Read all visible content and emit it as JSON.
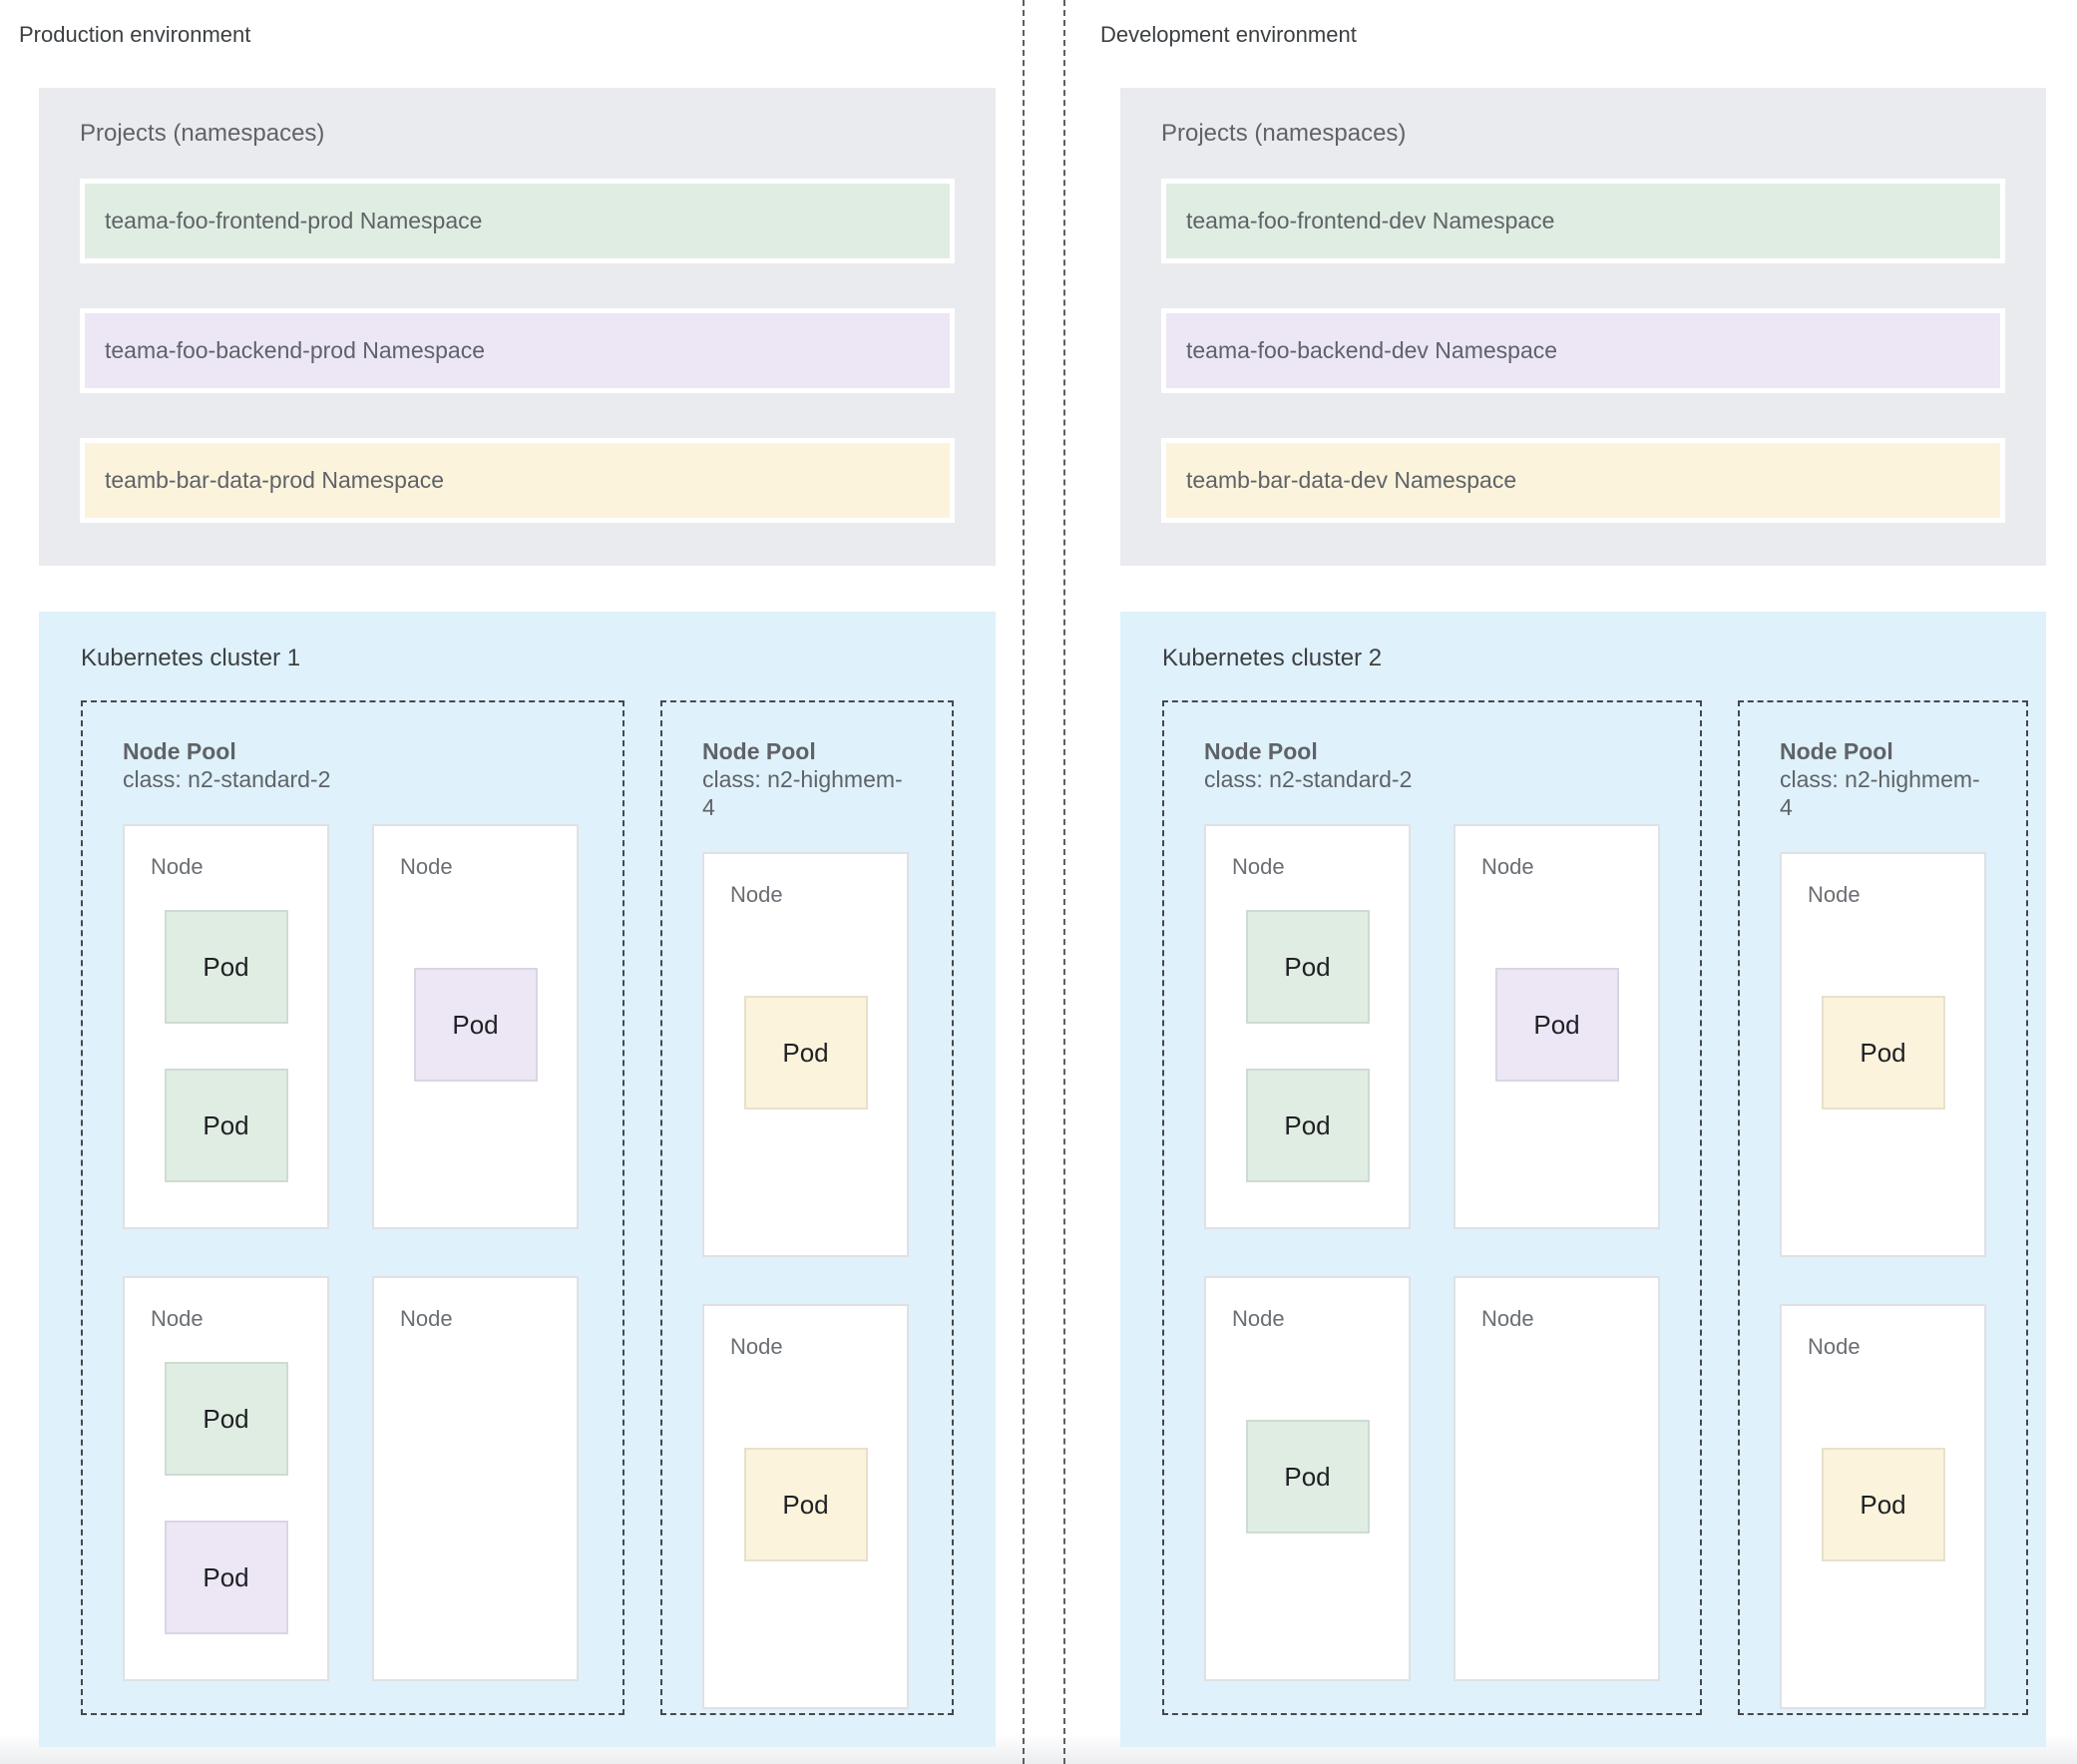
{
  "colors": {
    "green": "#e0ede3",
    "purple": "#ece6f5",
    "yellow": "#fbf3dc",
    "gray_box": "#e9ebee",
    "blue_box": "#dff1fb",
    "text_gray": "#5f6368",
    "text_dark": "#3c4043"
  },
  "environments": [
    {
      "label": "Production environment",
      "projects": {
        "title": "Projects (namespaces)",
        "namespaces": [
          {
            "label": "teama-foo-frontend-prod Namespace",
            "color": "green"
          },
          {
            "label": "teama-foo-backend-prod Namespace",
            "color": "purple"
          },
          {
            "label": "teamb-bar-data-prod Namespace",
            "color": "yellow"
          }
        ]
      },
      "cluster": {
        "title": "Kubernetes cluster 1",
        "node_pools": [
          {
            "title": "Node Pool",
            "class_label": "class: n2-standard-2",
            "nodes": [
              {
                "label": "Node",
                "pods": [
                  {
                    "label": "Pod",
                    "color": "green"
                  },
                  {
                    "label": "Pod",
                    "color": "green"
                  }
                ]
              },
              {
                "label": "Node",
                "pods": [
                  {
                    "label": "Pod",
                    "color": "purple"
                  }
                ]
              },
              {
                "label": "Node",
                "pods": [
                  {
                    "label": "Pod",
                    "color": "green"
                  },
                  {
                    "label": "Pod",
                    "color": "purple"
                  }
                ]
              },
              {
                "label": "Node",
                "pods": []
              }
            ]
          },
          {
            "title": "Node Pool",
            "class_label": "class: n2-highmem-4",
            "nodes": [
              {
                "label": "Node",
                "pods": [
                  {
                    "label": "Pod",
                    "color": "yellow"
                  }
                ]
              },
              {
                "label": "Node",
                "pods": [
                  {
                    "label": "Pod",
                    "color": "yellow"
                  }
                ]
              }
            ]
          }
        ]
      }
    },
    {
      "label": "Development environment",
      "projects": {
        "title": "Projects (namespaces)",
        "namespaces": [
          {
            "label": "teama-foo-frontend-dev Namespace",
            "color": "green"
          },
          {
            "label": "teama-foo-backend-dev Namespace",
            "color": "purple"
          },
          {
            "label": "teamb-bar-data-dev Namespace",
            "color": "yellow"
          }
        ]
      },
      "cluster": {
        "title": "Kubernetes cluster 2",
        "node_pools": [
          {
            "title": "Node Pool",
            "class_label": "class: n2-standard-2",
            "nodes": [
              {
                "label": "Node",
                "pods": [
                  {
                    "label": "Pod",
                    "color": "green"
                  },
                  {
                    "label": "Pod",
                    "color": "green"
                  }
                ]
              },
              {
                "label": "Node",
                "pods": [
                  {
                    "label": "Pod",
                    "color": "purple"
                  }
                ]
              },
              {
                "label": "Node",
                "pods": [
                  {
                    "label": "Pod",
                    "color": "green"
                  }
                ]
              },
              {
                "label": "Node",
                "pods": []
              }
            ]
          },
          {
            "title": "Node Pool",
            "class_label": "class: n2-highmem-4",
            "nodes": [
              {
                "label": "Node",
                "pods": [
                  {
                    "label": "Pod",
                    "color": "yellow"
                  }
                ]
              },
              {
                "label": "Node",
                "pods": [
                  {
                    "label": "Pod",
                    "color": "yellow"
                  }
                ]
              }
            ]
          }
        ]
      }
    }
  ]
}
